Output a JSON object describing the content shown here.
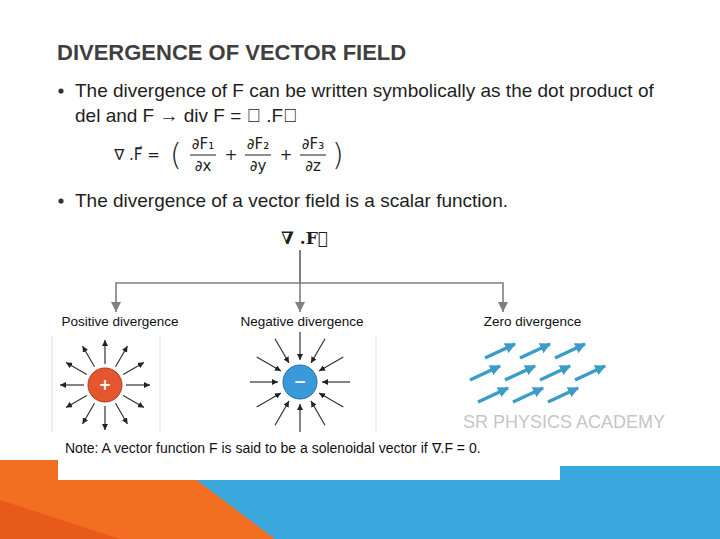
{
  "diagram": {
    "title": "DIVERGENCE OF VECTOR FIELD",
    "nodes": [
      {
        "text": [
          "∇ .F⃗"
        ]
      },
      {
        "text": [
          "Positive divergence",
          "+"
        ]
      },
      {
        "text": [
          "Negative divergence",
          "−"
        ]
      },
      {
        "text": [
          "Zero divergence"
        ]
      }
    ],
    "edges": [
      {
        "from": 0,
        "to": 1,
        "arrow": "to"
      },
      {
        "from": 0,
        "to": 2,
        "arrow": "to"
      },
      {
        "from": 0,
        "to": 3,
        "arrow": "to"
      }
    ],
    "labels": [
      "The divergence of F can be written symbolically as the dot product of del and F → div F = ∇ .F⃗",
      "∇ .F⃗ =",
      "(",
      "∂F₁",
      "∂x",
      "+",
      "∂F₂",
      "∂y",
      "+",
      "∂F₃",
      "∂z",
      ")",
      "The divergence of a vector field is a scalar function.",
      "SR PHYSICS ACADEMY",
      "Note: A vector function F is said to be a solenoidal vector if ∇.F = 0."
    ]
  }
}
